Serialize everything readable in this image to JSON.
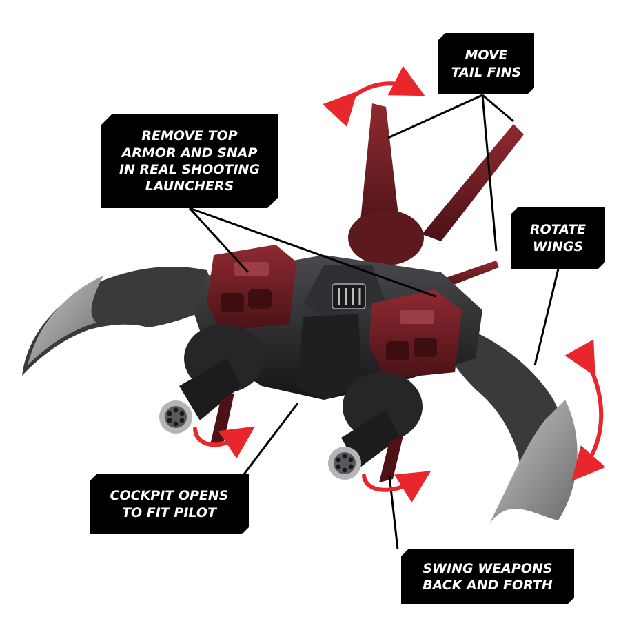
{
  "callouts": {
    "tail_fins": {
      "lines": [
        "MOVE",
        "TAIL FINS"
      ]
    },
    "top_armor": {
      "lines": [
        "REMOVE  TOP",
        "ARMOR AND SNAP",
        "IN REAL SHOOTING",
        "LAUNCHERS"
      ]
    },
    "wings": {
      "lines": [
        "ROTATE",
        "WINGS"
      ]
    },
    "cockpit": {
      "lines": [
        "COCKPIT OPENS",
        "TO FIT PILOT"
      ]
    },
    "weapons": {
      "lines": [
        "SWING WEAPONS",
        "BACK AND FORTH"
      ]
    }
  },
  "colors": {
    "callout_bg": "#000000",
    "callout_text": "#ffffff",
    "arrow": "#e8262b",
    "hull_red": "#6e1c22",
    "hull_black": "#2b2b2e",
    "blade_grey": "#9a9a9c"
  },
  "icons": [
    "curved-double-arrow-icon"
  ]
}
